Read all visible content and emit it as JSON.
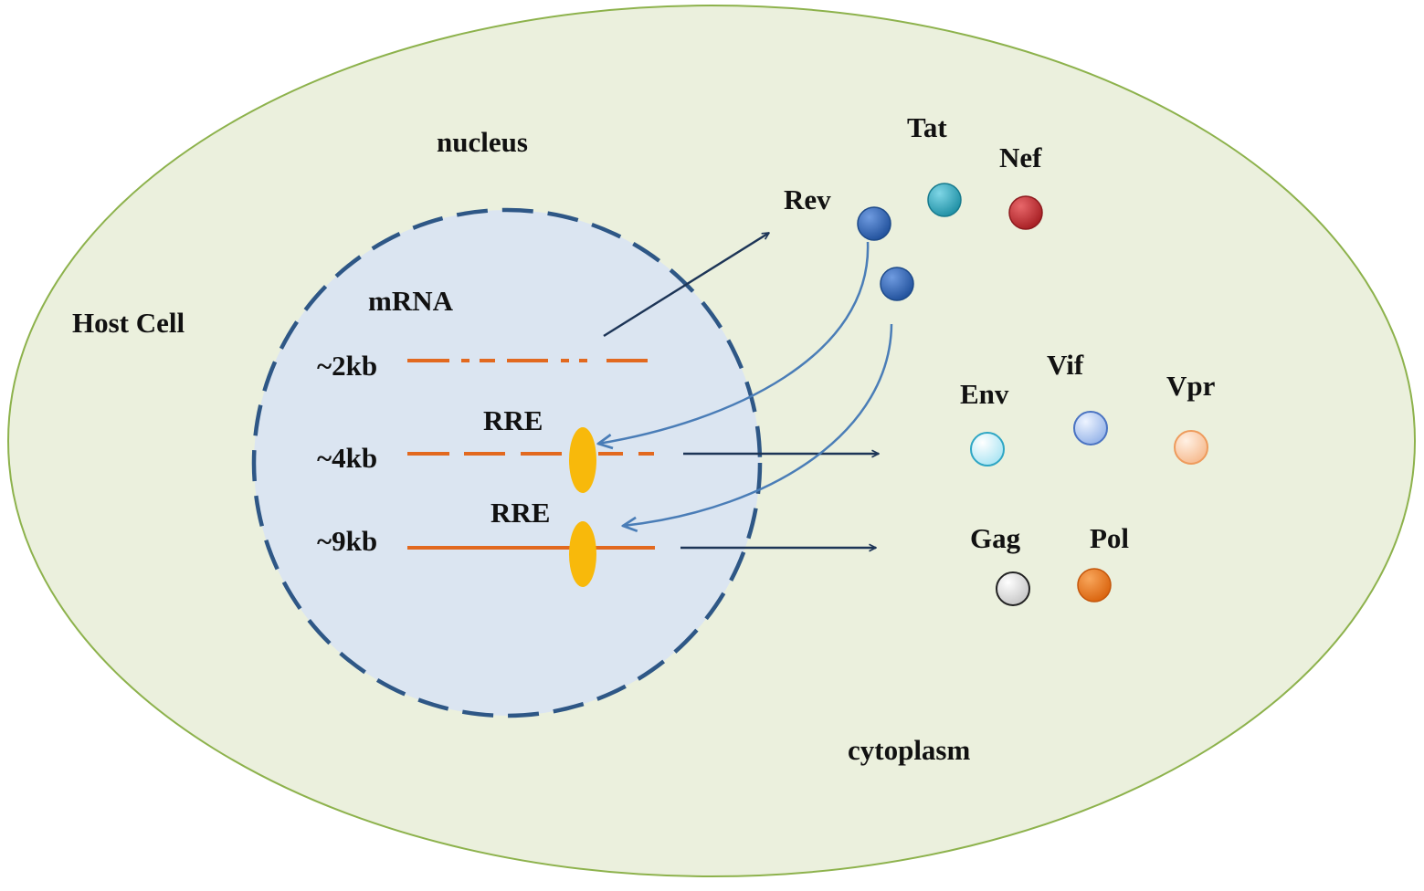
{
  "labels": {
    "host_cell": "Host Cell",
    "nucleus": "nucleus",
    "cytoplasm": "cytoplasm",
    "mrna": "mRNA",
    "rre_1": "RRE",
    "rre_2": "RRE"
  },
  "transcripts": [
    {
      "size": "~2kb",
      "style": "dash-dot-dot"
    },
    {
      "size": "~4kb",
      "style": "dashed",
      "has_rre": true
    },
    {
      "size": "~9kb",
      "style": "solid",
      "has_rre": true
    }
  ],
  "proteins": {
    "rev": {
      "name": "Rev",
      "color": "#2f5fa8"
    },
    "tat": {
      "name": "Tat",
      "color": "#2aa3b8"
    },
    "nef": {
      "name": "Nef",
      "color": "#c0282c"
    },
    "env": {
      "name": "Env",
      "color": "#b9ecf7"
    },
    "vif": {
      "name": "Vif",
      "color": "#a9c3ef"
    },
    "vpr": {
      "name": "Vpr",
      "color": "#f8c7a2"
    },
    "gag": {
      "name": "Gag",
      "color": "#d7d7d7"
    },
    "pol": {
      "name": "Pol",
      "color": "#ec7a1e"
    }
  },
  "colors": {
    "cell_fill": "#ebf0dd",
    "cell_border": "#8db24c",
    "nucleus_fill": "#dbe5f1",
    "nucleus_border": "#2e5786",
    "mrna": "#e2691f",
    "rre": "#f8b90b",
    "arrow_dark": "#1d3557",
    "arrow_rev": "#4a7db7"
  }
}
